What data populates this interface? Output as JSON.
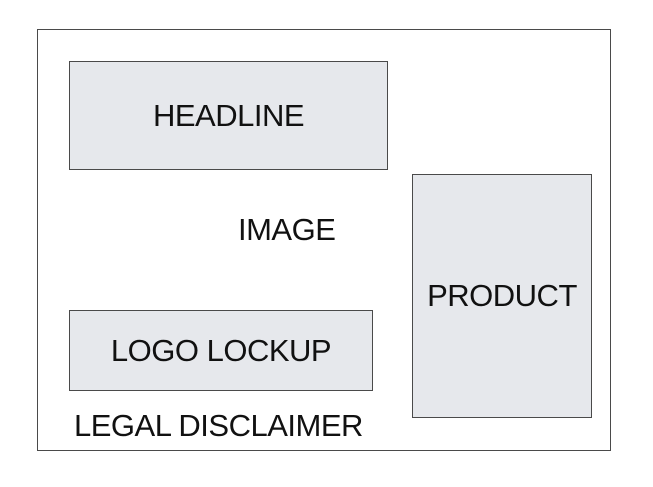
{
  "diagram": {
    "boxes": {
      "headline": "HEADLINE",
      "logo_lockup": "LOGO LOCKUP",
      "product": "PRODUCT"
    },
    "labels": {
      "image": "IMAGE",
      "legal_disclaimer": "LEGAL DISCLAIMER"
    },
    "colors": {
      "box_fill": "#e6e8ec",
      "border": "#4a4a4a",
      "background": "#ffffff",
      "text": "#111111"
    }
  }
}
